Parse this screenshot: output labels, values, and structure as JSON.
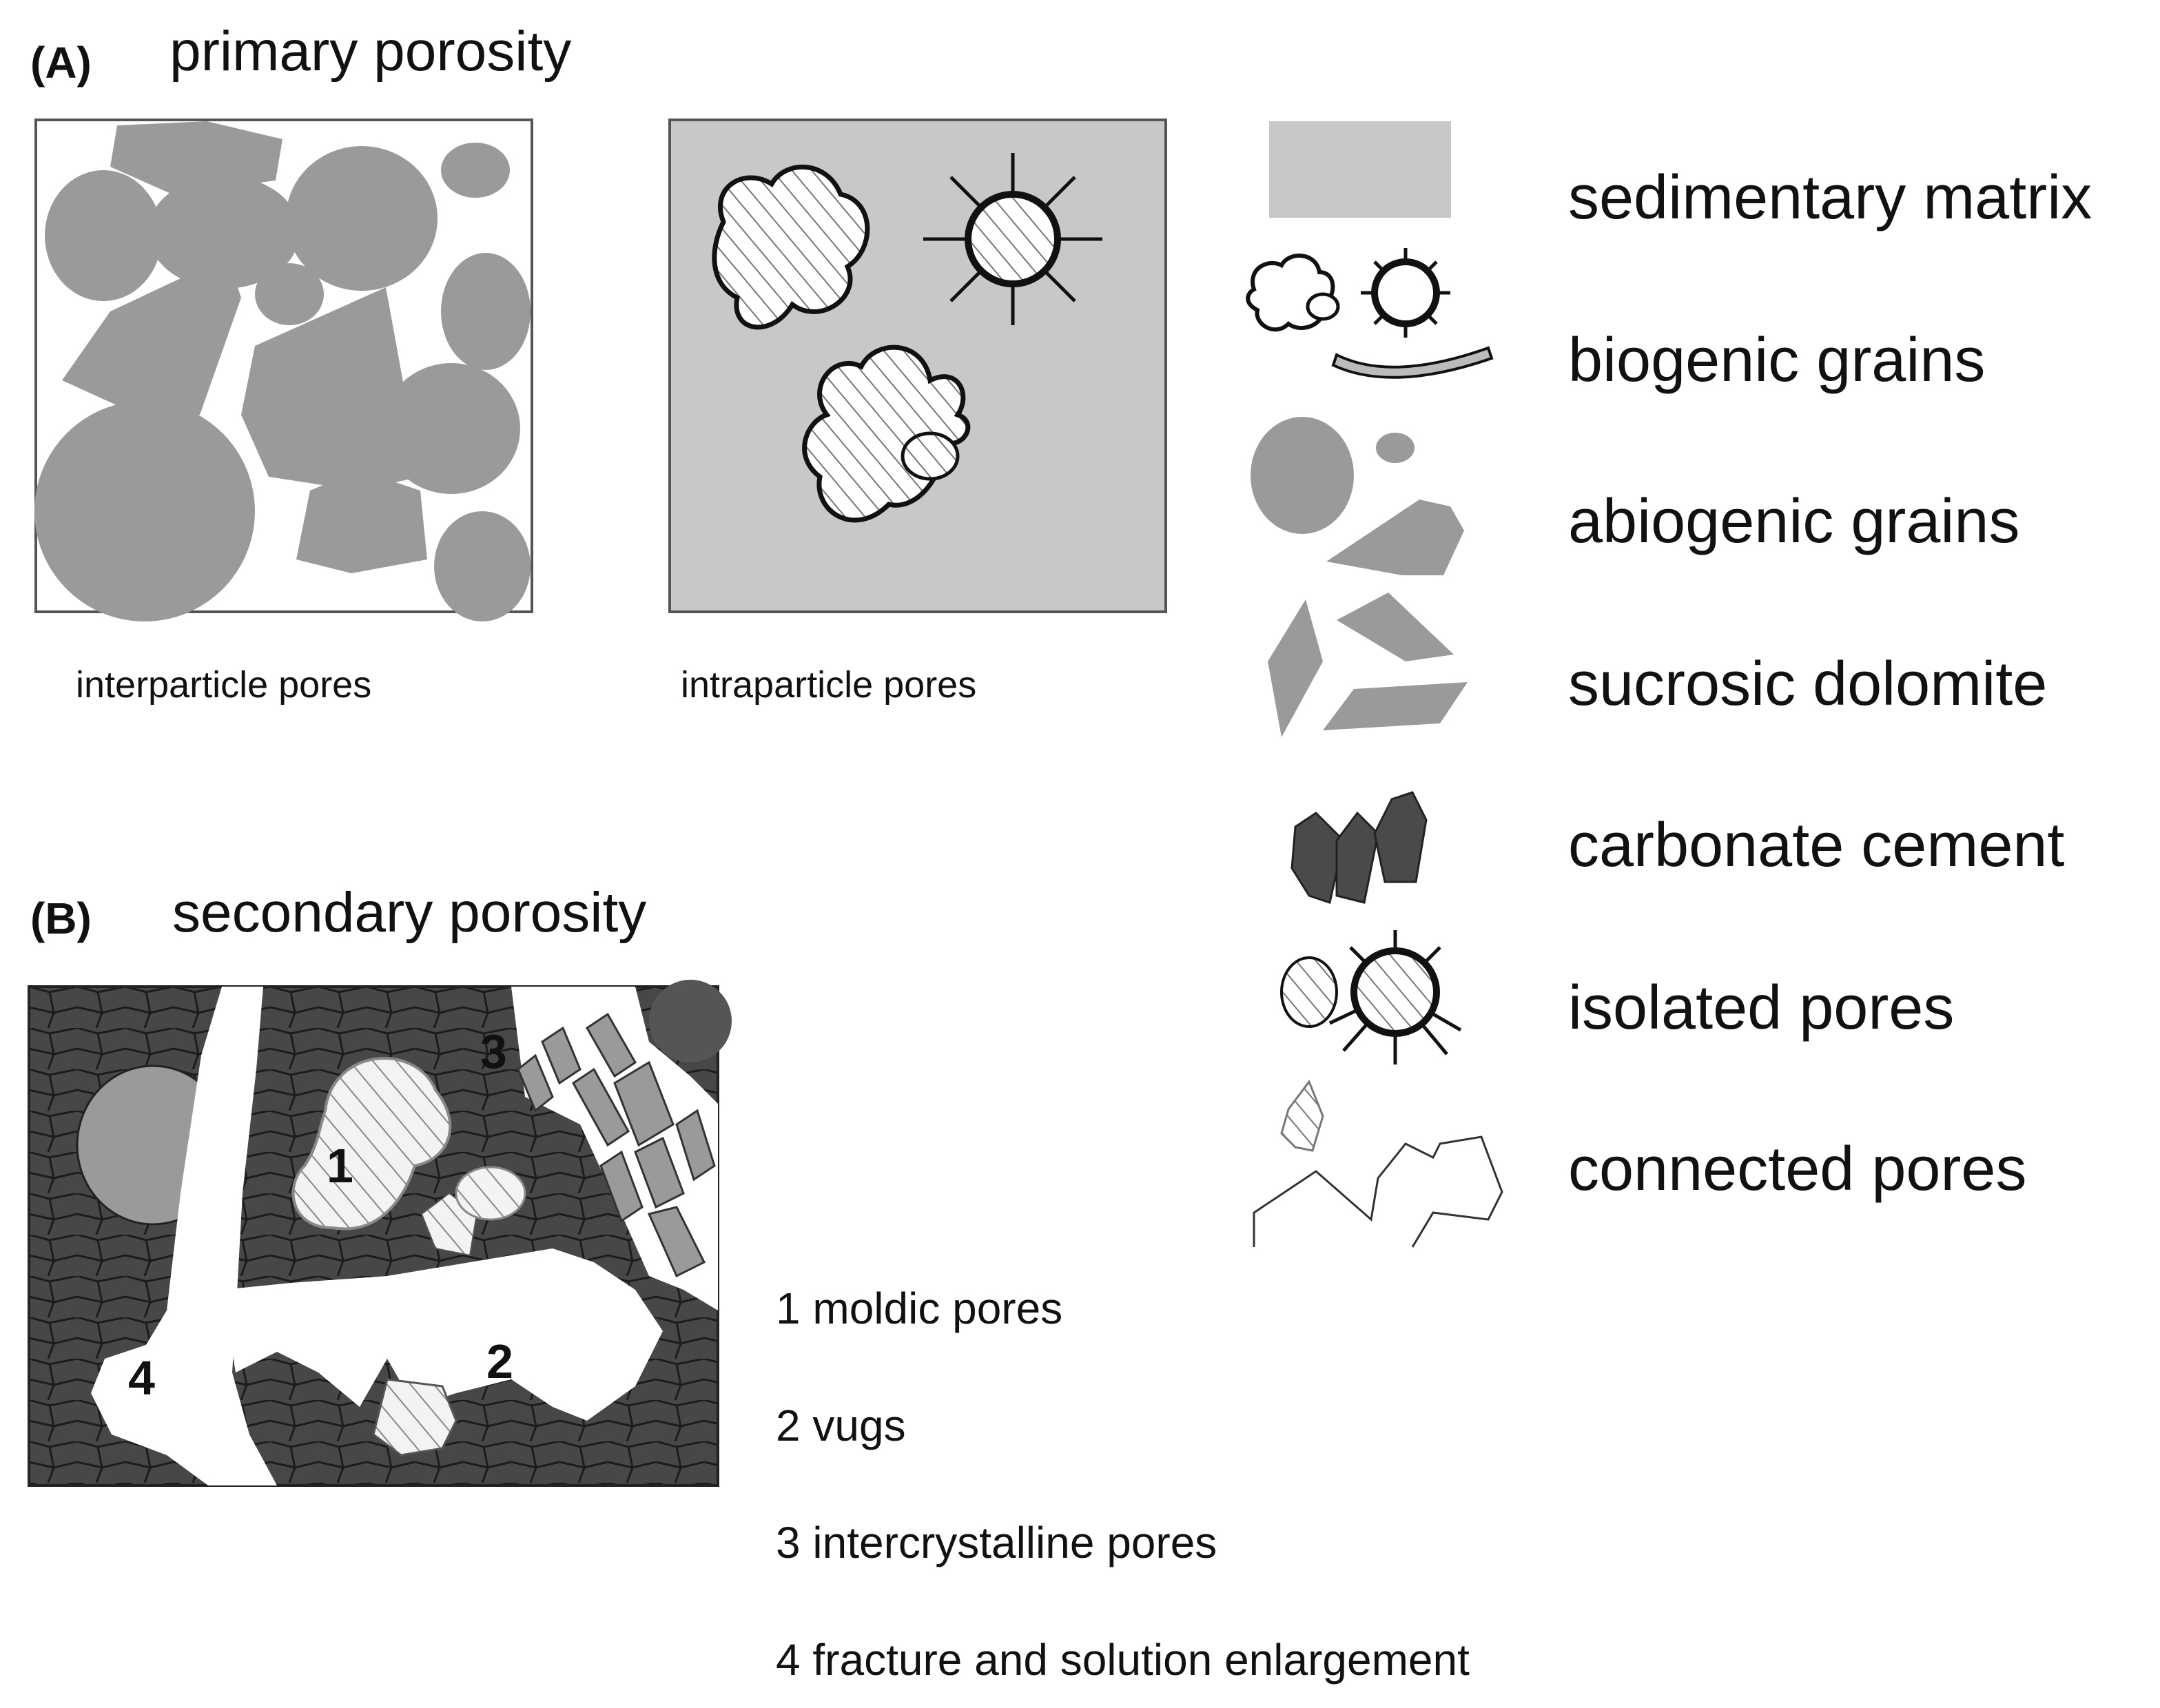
{
  "panel_a": {
    "letter": "(A)",
    "title": "primary porosity",
    "captions": [
      "interparticle pores",
      "intraparticle pores"
    ]
  },
  "panel_b": {
    "letter": "(B)",
    "title": "secondary porosity",
    "markers": [
      "1",
      "2",
      "3",
      "4"
    ],
    "key": [
      "1 moldic pores",
      "2 vugs",
      "3 intercrystalline pores",
      "4 fracture and solution enlargement"
    ]
  },
  "legend": [
    {
      "label": "sedimentary matrix",
      "icon": "matrix-swatch-icon"
    },
    {
      "label": "biogenic grains",
      "icon": "biogenic-grains-icon"
    },
    {
      "label": "abiogenic grains",
      "icon": "abiogenic-grains-icon"
    },
    {
      "label": "sucrosic dolomite",
      "icon": "sucrosic-dolomite-icon"
    },
    {
      "label": "carbonate cement",
      "icon": "carbonate-cement-icon"
    },
    {
      "label": "isolated pores",
      "icon": "isolated-pores-icon"
    },
    {
      "label": "connected pores",
      "icon": "connected-pores-icon"
    }
  ],
  "colors": {
    "matrix": "#c8c8c8",
    "grain": "#9a9a9a",
    "cement": "#4a4a4a",
    "outline": "#111111",
    "pore": "#ffffff"
  }
}
